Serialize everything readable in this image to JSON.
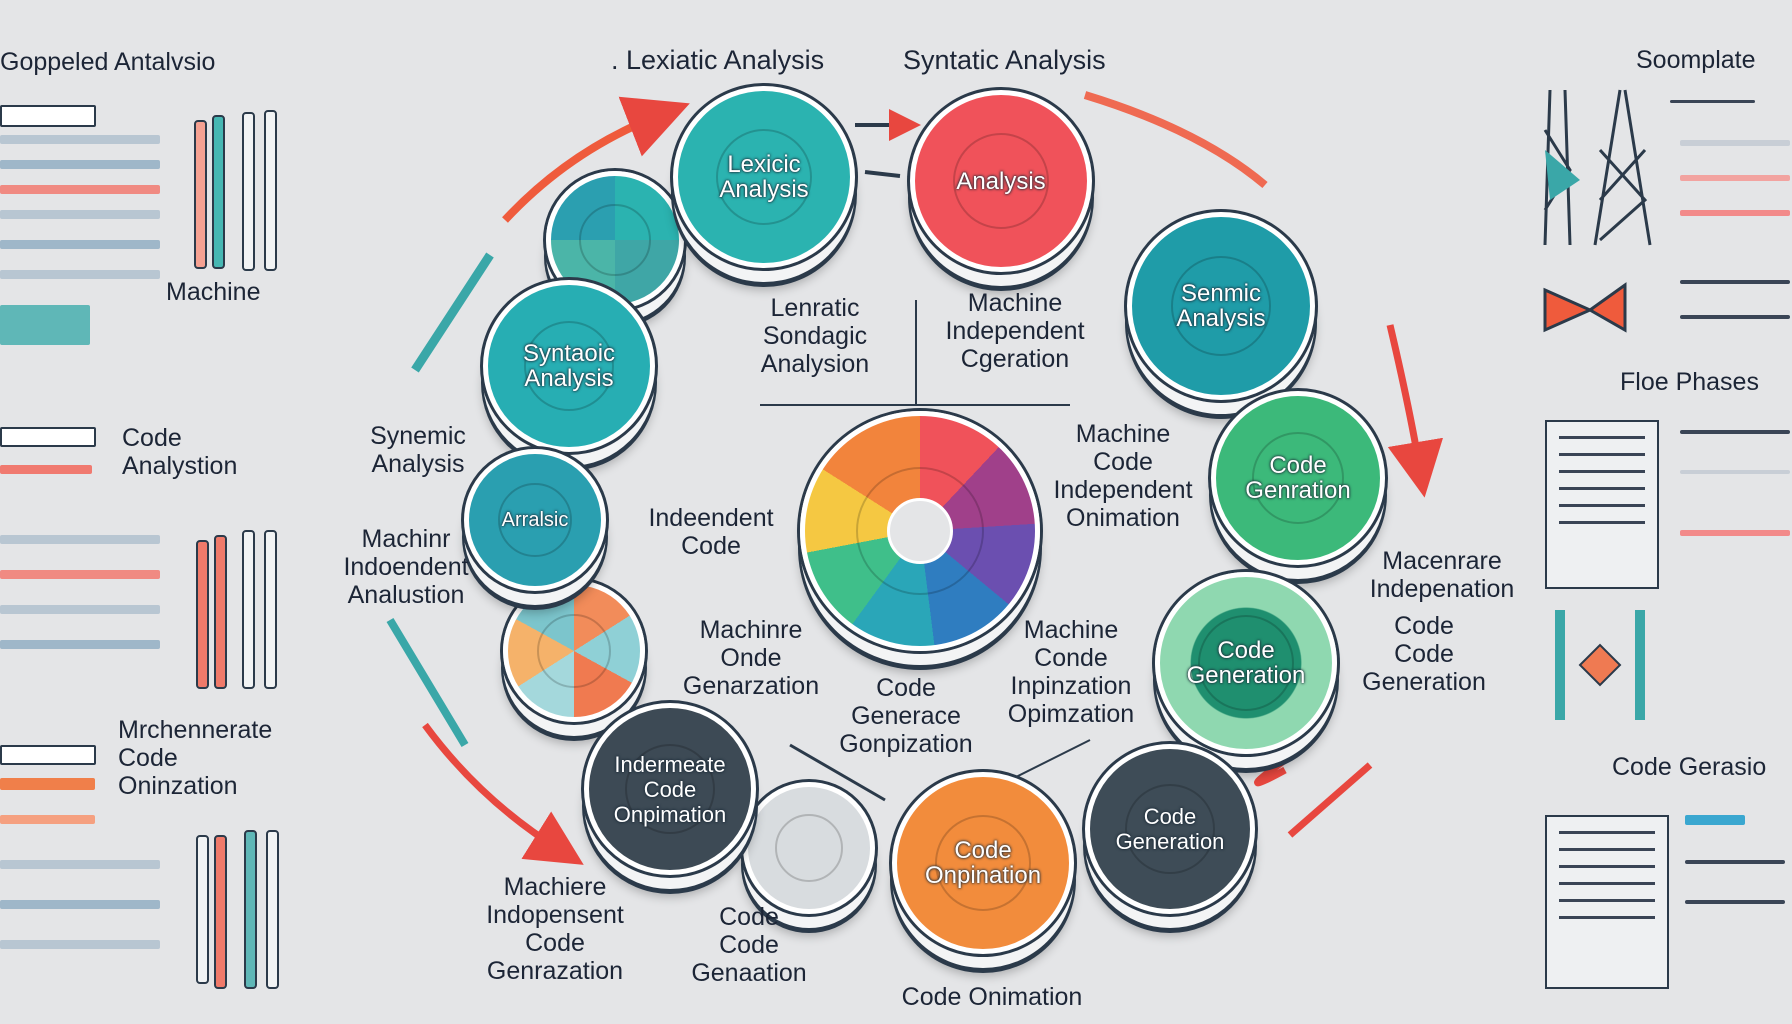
{
  "headings": {
    "top_left": "Goppeled Antalvsio",
    "top_center_left": ". Lexiatic Analysis",
    "top_center_right": "Syntatic Analysis",
    "top_right": "Soomplate",
    "right_mid": "Floe Phases",
    "right_lower": "Code Gerasio",
    "bottom": "Code Onimation"
  },
  "disks": [
    {
      "label": "Lexicic\nAnalysis",
      "color": "#2bb3b0"
    },
    {
      "label": "Analysis",
      "color": "#f0525a"
    },
    {
      "label": "Syntaoic\nAnalysis",
      "color": "#27aeb3"
    },
    {
      "label": "Senmic\nAnalysis",
      "color": "#1f9ca8"
    },
    {
      "label": "Code\nGenration",
      "color": "#3cb97a"
    },
    {
      "label": "Arralsic",
      "color": "#2a9fb0"
    },
    {
      "label": "Code\nGeneration",
      "color": "#2fa37a"
    },
    {
      "label": "Indermeate\nCode\nOnpimation",
      "color": "#3d4a55"
    },
    {
      "label": "Code\nOnpination",
      "color": "#f28c3c"
    },
    {
      "label": "Code\nGeneration",
      "color": "#3e4c57"
    }
  ],
  "labels": [
    "Machine",
    "Code\nAnalystion",
    "Mrchennerate\nCode\nOninzation",
    "Lenratic\nSondagic\nAnalysion",
    "Machine\nIndependent\nCgeration",
    "Synemic\nAnalysis",
    "Machine\nCode\nIndependent\nOnimation",
    "Indeendent\nCode",
    "Machinr\nIndoendent\nAnalustion",
    "Macenrare\nIndepenation",
    "Code\nCode\nGeneration",
    "Machinre\nOnde\nGenarzation",
    "Code\nGenerace\nGonpization",
    "Machine\nConde\nInpinzation\nOpimzation",
    "Machiere\nIndopensent\nCode\nGenrazation",
    "Code\nCode\nGenaation"
  ]
}
